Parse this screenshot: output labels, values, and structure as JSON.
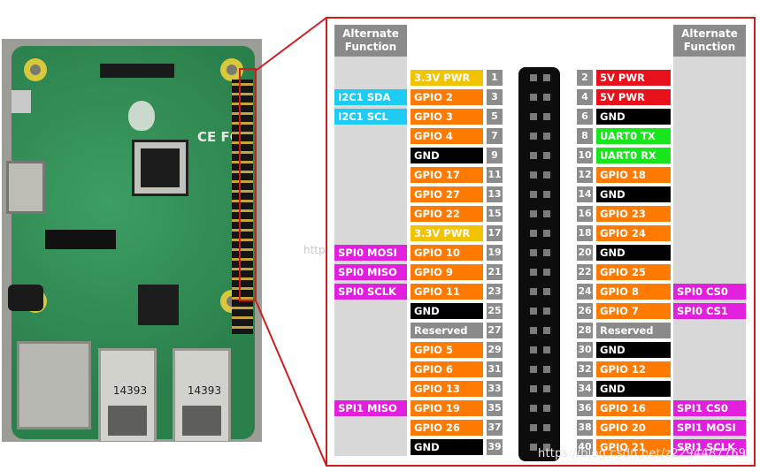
{
  "alt_header_left": "Alternate Function",
  "alt_header_right": "Alternate Function",
  "colors": {
    "power33": "#f2c300",
    "power5": "#e8101b",
    "gpio": "#ff7a00",
    "ground": "#000000",
    "uart": "#18e51c",
    "i2c": "#1ecbf2",
    "spi": "#e020dc",
    "reserved": "#8a8a8a",
    "frame": "#cc1e1e"
  },
  "usb_labels": [
    "14393",
    "14393"
  ],
  "watermark": "https://blog.csdn.net/z2294487769",
  "watermark_mid": "http",
  "pins": [
    {
      "num": "1",
      "label": "3.3V PWR",
      "type": "power33",
      "alt": ""
    },
    {
      "num": "2",
      "label": "5V PWR",
      "type": "power5",
      "alt": ""
    },
    {
      "num": "3",
      "label": "GPIO 2",
      "type": "gpio",
      "alt": "I2C1 SDA",
      "alt_type": "i2c"
    },
    {
      "num": "4",
      "label": "5V PWR",
      "type": "power5",
      "alt": ""
    },
    {
      "num": "5",
      "label": "GPIO 3",
      "type": "gpio",
      "alt": "I2C1 SCL",
      "alt_type": "i2c"
    },
    {
      "num": "6",
      "label": "GND",
      "type": "ground",
      "alt": ""
    },
    {
      "num": "7",
      "label": "GPIO 4",
      "type": "gpio",
      "alt": ""
    },
    {
      "num": "8",
      "label": "UART0 TX",
      "type": "uart",
      "alt": ""
    },
    {
      "num": "9",
      "label": "GND",
      "type": "ground",
      "alt": ""
    },
    {
      "num": "10",
      "label": "UART0 RX",
      "type": "uart",
      "alt": ""
    },
    {
      "num": "11",
      "label": "GPIO 17",
      "type": "gpio",
      "alt": ""
    },
    {
      "num": "12",
      "label": "GPIO 18",
      "type": "gpio",
      "alt": ""
    },
    {
      "num": "13",
      "label": "GPIO 27",
      "type": "gpio",
      "alt": ""
    },
    {
      "num": "14",
      "label": "GND",
      "type": "ground",
      "alt": ""
    },
    {
      "num": "15",
      "label": "GPIO 22",
      "type": "gpio",
      "alt": ""
    },
    {
      "num": "16",
      "label": "GPIO 23",
      "type": "gpio",
      "alt": ""
    },
    {
      "num": "17",
      "label": "3.3V PWR",
      "type": "power33",
      "alt": ""
    },
    {
      "num": "18",
      "label": "GPIO 24",
      "type": "gpio",
      "alt": ""
    },
    {
      "num": "19",
      "label": "GPIO 10",
      "type": "gpio",
      "alt": "SPI0 MOSI",
      "alt_type": "spi"
    },
    {
      "num": "20",
      "label": "GND",
      "type": "ground",
      "alt": ""
    },
    {
      "num": "21",
      "label": "GPIO 9",
      "type": "gpio",
      "alt": "SPI0 MISO",
      "alt_type": "spi"
    },
    {
      "num": "22",
      "label": "GPIO 25",
      "type": "gpio",
      "alt": ""
    },
    {
      "num": "23",
      "label": "GPIO 11",
      "type": "gpio",
      "alt": "SPI0 SCLK",
      "alt_type": "spi"
    },
    {
      "num": "24",
      "label": "GPIO 8",
      "type": "gpio",
      "alt": "SPI0 CS0",
      "alt_type": "spi"
    },
    {
      "num": "25",
      "label": "GND",
      "type": "ground",
      "alt": ""
    },
    {
      "num": "26",
      "label": "GPIO 7",
      "type": "gpio",
      "alt": "SPI0 CS1",
      "alt_type": "spi"
    },
    {
      "num": "27",
      "label": "Reserved",
      "type": "reserved",
      "alt": ""
    },
    {
      "num": "28",
      "label": "Reserved",
      "type": "reserved",
      "alt": ""
    },
    {
      "num": "29",
      "label": "GPIO 5",
      "type": "gpio",
      "alt": ""
    },
    {
      "num": "30",
      "label": "GND",
      "type": "ground",
      "alt": ""
    },
    {
      "num": "31",
      "label": "GPIO 6",
      "type": "gpio",
      "alt": ""
    },
    {
      "num": "32",
      "label": "GPIO 12",
      "type": "gpio",
      "alt": ""
    },
    {
      "num": "33",
      "label": "GPIO 13",
      "type": "gpio",
      "alt": ""
    },
    {
      "num": "34",
      "label": "GND",
      "type": "ground",
      "alt": ""
    },
    {
      "num": "35",
      "label": "GPIO 19",
      "type": "gpio",
      "alt": "SPI1 MISO",
      "alt_type": "spi"
    },
    {
      "num": "36",
      "label": "GPIO 16",
      "type": "gpio",
      "alt": "SPI1 CS0",
      "alt_type": "spi"
    },
    {
      "num": "37",
      "label": "GPIO 26",
      "type": "gpio",
      "alt": ""
    },
    {
      "num": "38",
      "label": "GPIO 20",
      "type": "gpio",
      "alt": "SPI1 MOSI",
      "alt_type": "spi"
    },
    {
      "num": "39",
      "label": "GND",
      "type": "ground",
      "alt": ""
    },
    {
      "num": "40",
      "label": "GPIO 21",
      "type": "gpio",
      "alt": "SPI1 SCLK",
      "alt_type": "spi"
    }
  ]
}
